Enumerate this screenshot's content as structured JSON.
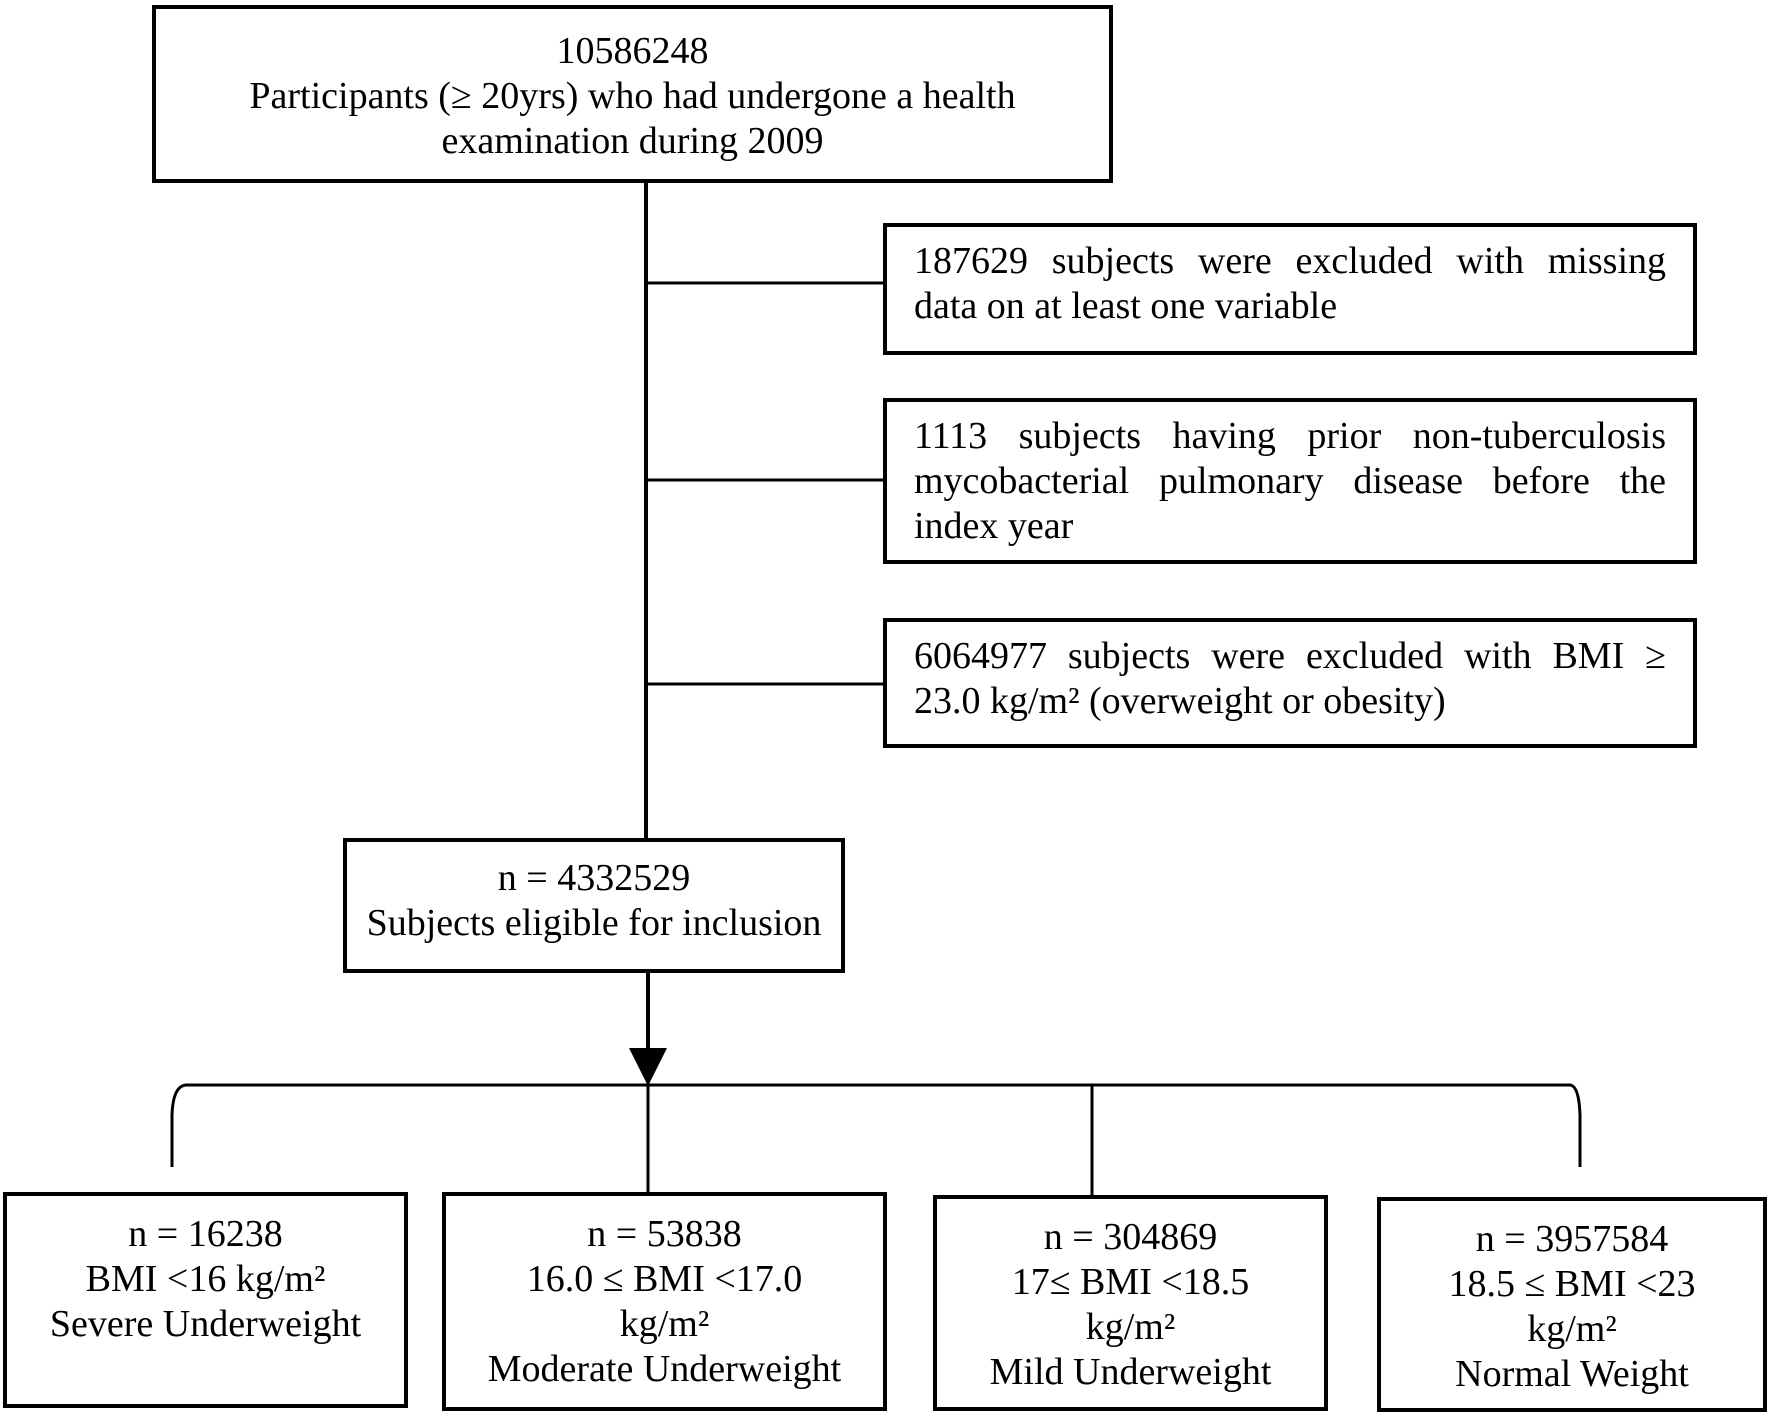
{
  "flow": {
    "top_box": {
      "lines": [
        "10586248",
        "Participants (≥ 20yrs) who had undergone a health",
        "examination during 2009"
      ]
    },
    "exclusions": [
      {
        "name": "missing-data",
        "lines": [
          "187629 subjects were excluded with missing",
          "data on at least one variable"
        ]
      },
      {
        "name": "prior-ntm-disease",
        "lines": [
          "1113 subjects having prior non-tuberculosis",
          "mycobacterial pulmonary disease before the",
          "index year"
        ]
      },
      {
        "name": "overweight-obesity",
        "lines": [
          "6064977 subjects were excluded with BMI ≥",
          "23.0 kg/m² (overweight or obesity)"
        ]
      }
    ],
    "eligible_box": {
      "lines": [
        "n = 4332529",
        "Subjects eligible for inclusion"
      ]
    },
    "categories": [
      {
        "name": "severe-underweight",
        "lines": [
          "n = 16238",
          "BMI <16 kg/m²",
          "Severe Underweight"
        ]
      },
      {
        "name": "moderate-underweight",
        "lines": [
          "n = 53838",
          "16.0 ≤ BMI <17.0",
          "kg/m²",
          "Moderate Underweight"
        ]
      },
      {
        "name": "mild-underweight",
        "lines": [
          "n = 304869",
          "17≤ BMI <18.5",
          "kg/m²",
          "Mild Underweight"
        ]
      },
      {
        "name": "normal-weight",
        "lines": [
          "n = 3957584",
          "18.5 ≤ BMI <23",
          "kg/m²",
          "Normal Weight"
        ]
      }
    ],
    "colors": {
      "ink": "#000000",
      "background": "#ffffff"
    }
  }
}
